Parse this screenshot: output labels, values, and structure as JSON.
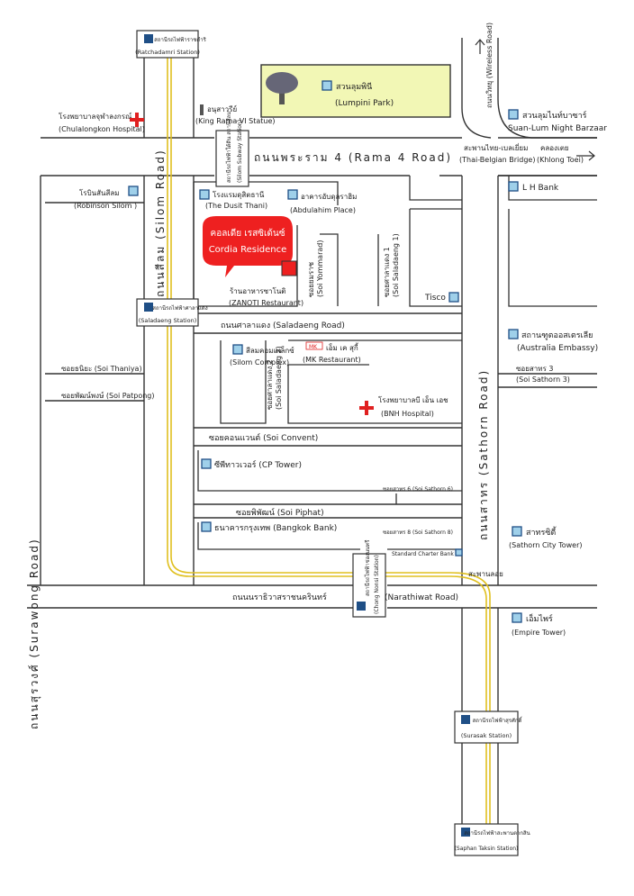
{
  "bts_stations": [
    {
      "th": "สถานีรถไฟฟ้าราชดำริ",
      "en": "(Ratchadamri Station)"
    },
    {
      "th": "สถานีรถไฟฟ้าศาลาแดง",
      "en": "(Saladaeng Station)"
    },
    {
      "th": "สถานีรถไฟฟ้าช่องนนทรี",
      "en": "(Chong Nonsi Station)"
    },
    {
      "th": "สถานีรถไฟฟ้าสุรศักดิ์",
      "en": "(Surasak Station)"
    },
    {
      "th": "สถานีรถไฟฟ้าสะพานตากสิน",
      "en": "(Saphan Taksin Station)"
    }
  ],
  "subway": {
    "th": "สถานีรถไฟฟ้าใต้ดิน สถานีสีลม",
    "en": "(Silom Subway Station)"
  },
  "statue": {
    "th": "อนุสาวรีย์",
    "en": "(King Rama VI Statue)"
  },
  "roads": {
    "rama4": "ถนนพระราม 4 (Rama 4 Road)",
    "wireless": "ถนนวิทยุ (Wireless Road)",
    "silom": "ถนนสีลม (Silom Road)",
    "sathorn": "ถนนสาทร (Sathorn Road)",
    "surawong": "ถนนสุรวงศ์ (Surawong Road)",
    "saladaeng": "ถนนศาลาแดง (Saladaeng Road)",
    "narathiwat_th": "ถนนนราธิวาสราชนครินทร์",
    "narathiwat_en": "(Narathiwat Road)",
    "yommarad_th": "ซอยยมราช",
    "yommarad_en": "(Soi Yommarad)",
    "saladaeng1_th": "ซอยศาลาแดง 1",
    "saladaeng1_en": "(Soi Saladaeng 1)",
    "saladaeng2_th": "ซอยศาลาแดง 2",
    "saladaeng2_en": "(Soi Saladaeng 2)",
    "soi_convent": "ซอยคอนแวนต์ (Soi Convent)",
    "soi_piphat": "ซอยพิพัฒน์ (Soi Piphat)",
    "soi_thaniya": "ซอยธนิยะ (Soi Thaniya)",
    "soi_patpong": "ซอยพัฒน์พงษ์ (Soi Patpong)",
    "soi_sathorn3_th": "ซอยสาทร 3",
    "soi_sathorn3_en": "(Soi Sathorn 3)",
    "soi_sathorn6": "ซอยสาทร 6 (Soi Sathorn 6)",
    "soi_sathorn8": "ซอยสาทร 8 (Soi Sathorn 8)",
    "thai_belgian_th": "สะพานไทย-เบลเยี่ยม",
    "thai_belgian_en": "(Thai-Belgian Bridge)",
    "khlong_toei_th": "คลองเตย",
    "khlong_toei_en": "(Khlong Toei)",
    "saphan_yao": "สะพานลอย"
  },
  "places": {
    "lumpini_th": "สวนลุมพินี",
    "lumpini_en": "(Lumpini Park)",
    "suanlum_th": "สวนลุมไนท์บาซาร์",
    "suanlum_en": "Suan-Lum Night Barzaar",
    "lh_bank": "L H Bank",
    "chula_th": "โรงพยาบาลจุฬาลงกรณ์",
    "chula_en": "(Chulalongkon Hospital)",
    "robinson_th": "โรบินสันสีลม",
    "robinson_en": "(Robinson Silom )",
    "dusit_th": "โรงแรมดุสิตธานี",
    "dusit_en": "(The Dusit Thani)",
    "abdulrahim_th": "อาคารอับดุลราฮิม",
    "abdulrahim_en": "(Abdulahim Place)",
    "zanotti_th": "ร้านอาหารซาโนติ",
    "zanotti_en": "(ZANOTI Restaurant)",
    "tisco": "Tisco",
    "silom_complex_th": "สีลมคอมเพล็กซ์",
    "silom_complex_en": "(Silom Complex)",
    "mk_th": "เอ็ม เค สุกี้",
    "mk_en": "(MK Restaurant)",
    "mk_logo": "MK",
    "bnh_th": "โรงพยาบาลบี เอ็น เอช",
    "bnh_en": "(BNH Hospital)",
    "australia_th": "สถานฑูตออสเตรเลีย",
    "australia_en": "(Australia Embassy)",
    "cp_tower": "ซีพีทาวเวอร์ (CP Tower)",
    "bangkok_bank": "ธนาคารกรุงเทพ (Bangkok Bank)",
    "standard_charter": "Standard Charter Bank",
    "sathorn_city_th": "สาทรซิตี้",
    "sathorn_city_en": "(Sathorn City Tower)",
    "empire_th": "เอ็มไพร์",
    "empire_en": "(Empire Tower)"
  },
  "destination": {
    "th": "คอลเดีย เรสซิเด้นซ์",
    "en": "Cordia Residence"
  },
  "colors": {
    "bts_line": "#e0c020",
    "poi_icon": "#9fd0ea",
    "hospital": "#e02020",
    "destination": "#ee2020",
    "park": "#d9e92a"
  }
}
